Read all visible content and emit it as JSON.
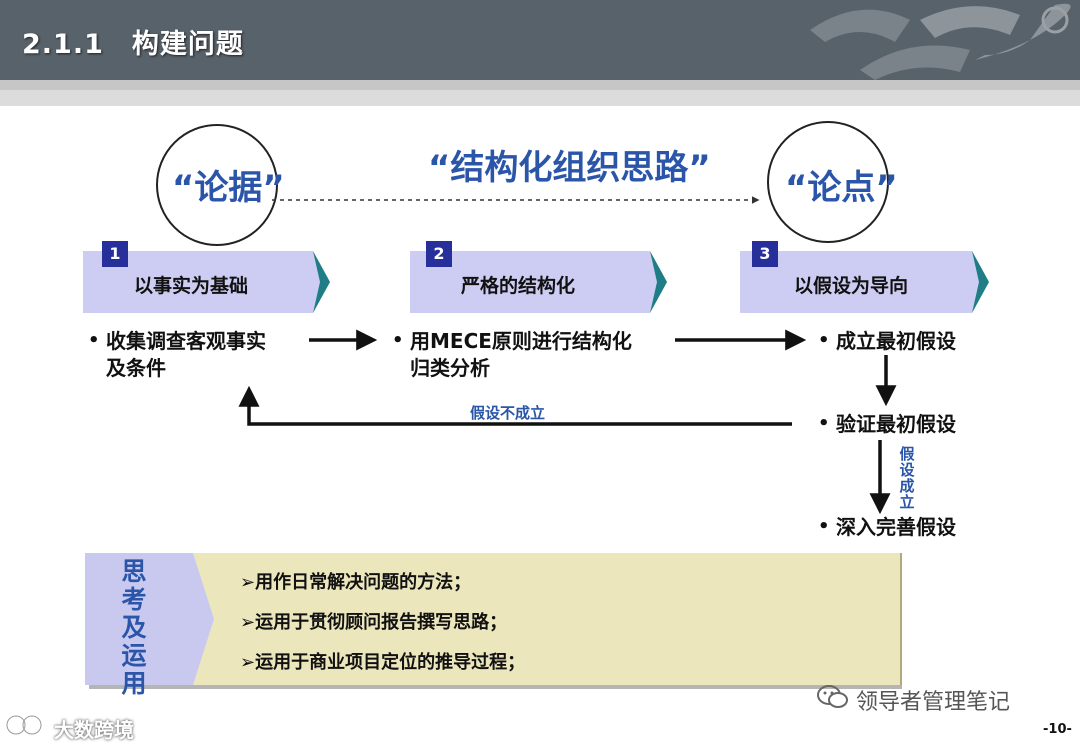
{
  "header": {
    "title": "2.1.1　构建问题"
  },
  "top": {
    "left_circle": "“论据”",
    "right_circle": "“论点”",
    "center_title": "“结构化组织思路”"
  },
  "steps": [
    {
      "number": "1",
      "label": "以事实为基础"
    },
    {
      "number": "2",
      "label": "严格的结构化"
    },
    {
      "number": "3",
      "label": "以假设为导向"
    }
  ],
  "bullets": {
    "dot": "•",
    "col1": [
      "收集调查客观事实",
      "及条件"
    ],
    "col2": [
      "用MECE原则进行结构化",
      "归类分析"
    ],
    "col3": [
      "成立最初假设",
      "验证最初假设",
      "深入完善假设"
    ]
  },
  "flow_labels": {
    "not_established": "假设不成立",
    "established": [
      "假",
      "设",
      "成",
      "立"
    ]
  },
  "application": {
    "side_label": [
      "思",
      "考",
      "及",
      "运",
      "用"
    ],
    "marker": "➢",
    "items": [
      "用作日常解决问题的方法；",
      "运用于贯彻顾问报告撰写思路；",
      "运用于商业项目定位的推导过程；"
    ]
  },
  "watermarks": {
    "wechat": "领导者管理笔记",
    "brand": "大数跨境"
  },
  "page_number": "-10-",
  "colors": {
    "header_bg": "#58626a",
    "accent_blue": "#2a55a8",
    "step_fill": "#cdcdf4",
    "step_edge": "#1f7d86",
    "number_box": "#27309a",
    "box_yellow": "#ece6bc",
    "box_purple": "#c9c9f0"
  }
}
